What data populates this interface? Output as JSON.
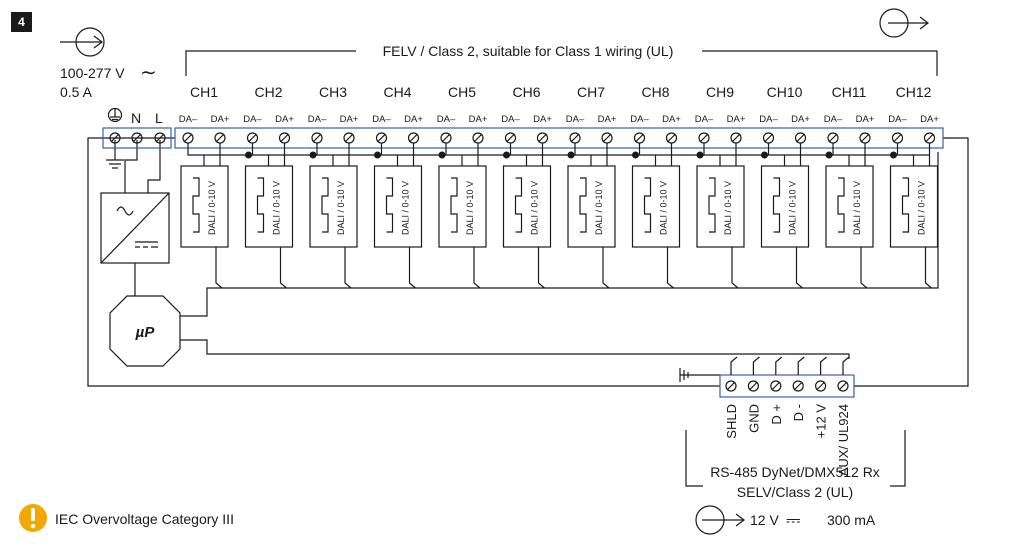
{
  "figure_number": "4",
  "felv_label": "FELV / Class 2, suitable for Class 1 wiring (UL)",
  "mains": {
    "voltage": "100-277 V",
    "current": "0.5 A",
    "ac_symbol": "∼"
  },
  "mains_terminals": [
    "N",
    "L"
  ],
  "channels": [
    "CH1",
    "CH2",
    "CH3",
    "CH4",
    "CH5",
    "CH6",
    "CH7",
    "CH8",
    "CH9",
    "CH10",
    "CH11",
    "CH12"
  ],
  "terminal_labels": {
    "minus": "DA–",
    "plus": "DA+"
  },
  "driver_label": "DALI / 0-10 V",
  "processor_label": "µP",
  "bus_terminals": [
    "SHLD",
    "GND",
    "D +",
    "D -",
    "+12 V",
    "AUX/ UL924"
  ],
  "bus_label_line1": "RS-485 DyNet/DMX512 Rx",
  "bus_label_line2": "SELV/Class 2 (UL)",
  "output_rating": {
    "voltage": "12 V",
    "current": "300 mA",
    "dc_symbol": "⎓"
  },
  "warning_text": "IEC Overvoltage Category III",
  "colors": {
    "line": "#1a1a1a",
    "terminal_border": "#3b5fa8",
    "warning": "#f2a800"
  }
}
